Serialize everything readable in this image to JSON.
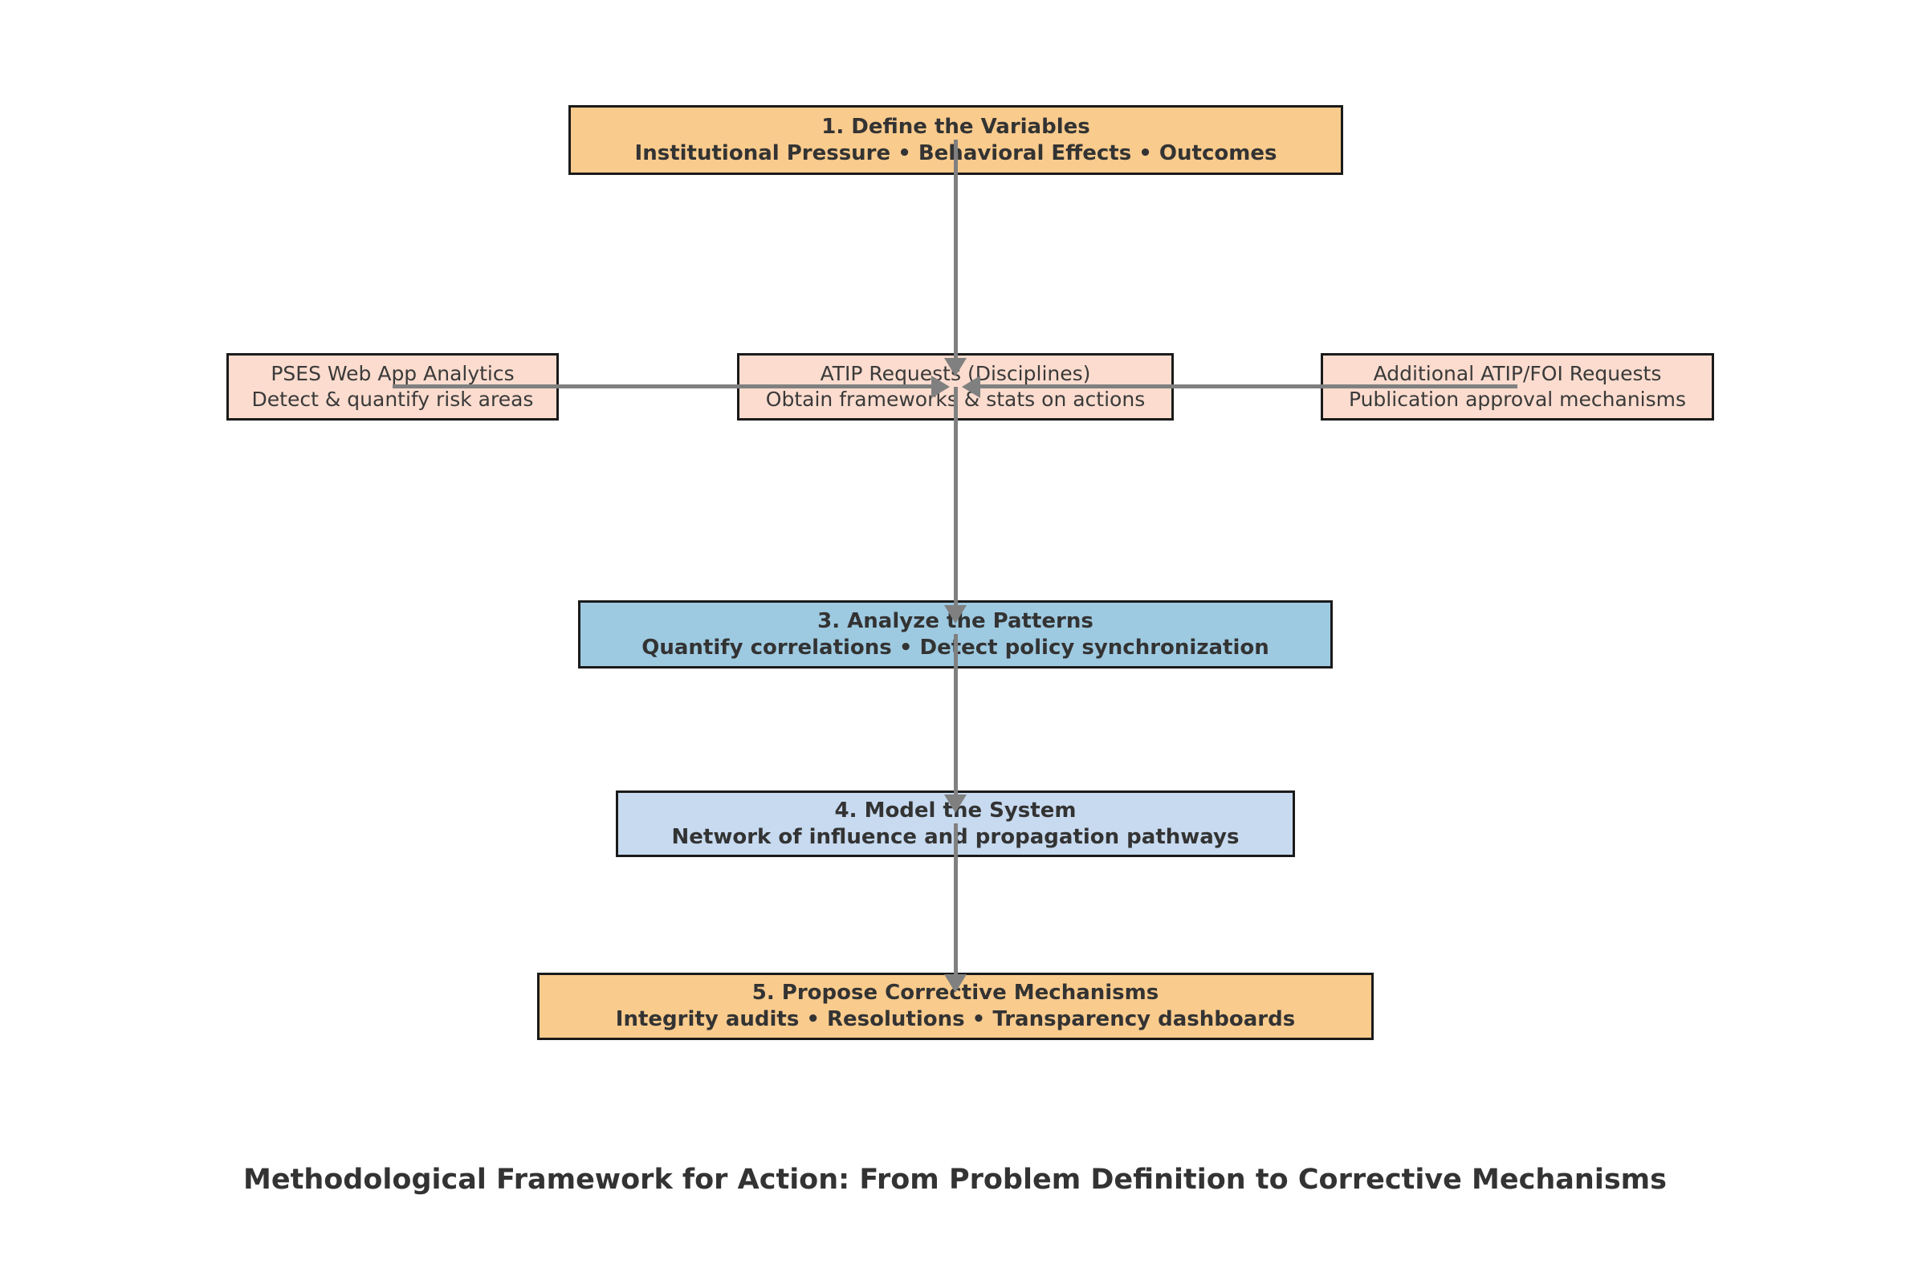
{
  "diagram": {
    "title": "Methodological Framework for Action: From Problem Definition to Corrective Mechanisms",
    "boxes": {
      "step1": {
        "title": "1. Define the Variables",
        "subtitle": "Institutional Pressure • Behavioral Effects • Outcomes",
        "fill": "#F9CB8D"
      },
      "pses": {
        "title": "PSES Web App Analytics",
        "subtitle": "Detect & quantify risk areas",
        "fill": "#FBDCCE"
      },
      "atip": {
        "title": "ATIP Requests (Disciplines)",
        "subtitle": "Obtain frameworks & stats on actions",
        "fill": "#FBDCCE"
      },
      "foi": {
        "title": "Additional ATIP/FOI Requests",
        "subtitle": "Publication approval mechanisms",
        "fill": "#FBDCCE"
      },
      "step3": {
        "title": "3. Analyze the Patterns",
        "subtitle": "Quantify correlations • Detect policy synchronization",
        "fill": "#9ECAE1"
      },
      "step4": {
        "title": "4. Model the System",
        "subtitle": "Network of influence and propagation pathways",
        "fill": "#C7DAEF"
      },
      "step5": {
        "title": "5. Propose Corrective Mechanisms",
        "subtitle": "Integrity audits • Resolutions • Transparency dashboards",
        "fill": "#F9CB8D"
      }
    },
    "colors": {
      "box_border": "#1a1a1a",
      "text": "#333333",
      "connector": "#808080",
      "background": "#ffffff"
    }
  }
}
